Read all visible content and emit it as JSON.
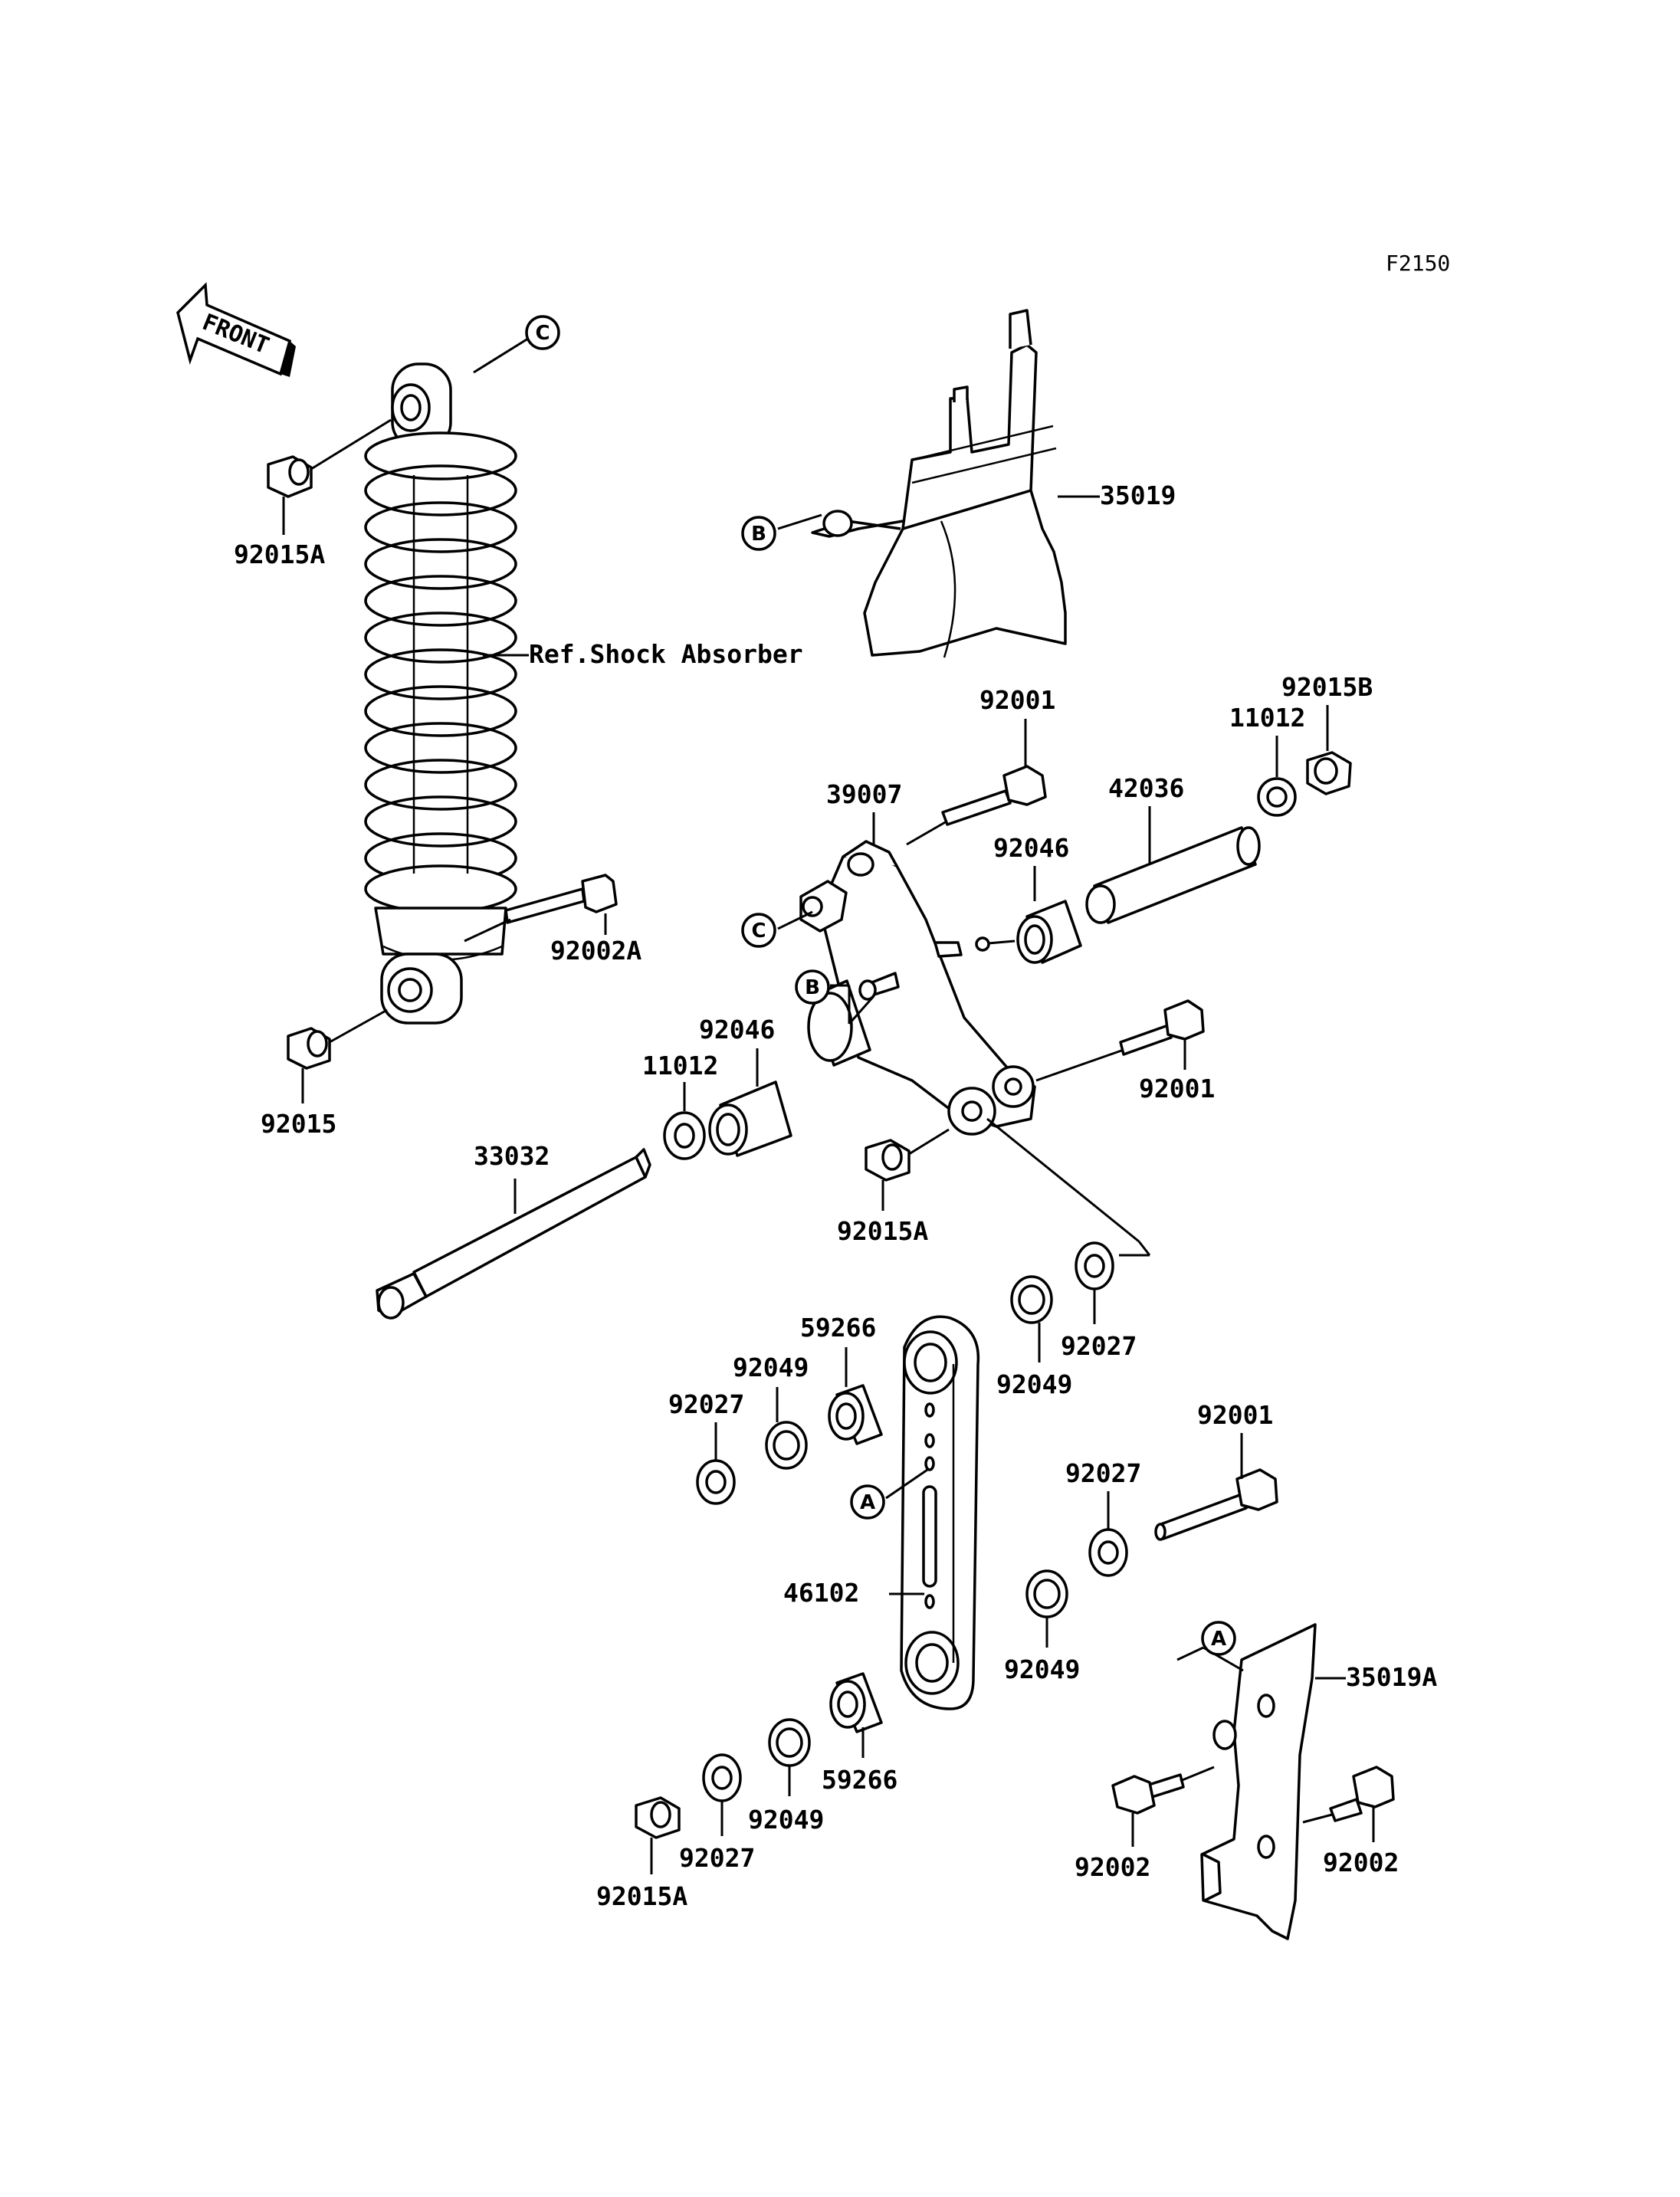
{
  "figure_code": "F2150",
  "front_arrow": {
    "text": "FRONT",
    "icon": "front-arrow-icon"
  },
  "reference_note": "Ref.Shock Absorber",
  "markers": {
    "a": "A",
    "b": "B",
    "c": "C"
  },
  "parts": {
    "p92015A_top": "92015A",
    "p92002A": "92002A",
    "p92015": "92015",
    "p33032": "33032",
    "p11012_left": "11012",
    "p92046_left": "92046",
    "p35019": "35019",
    "p92001_top": "92001",
    "p39007": "39007",
    "p92046_right": "92046",
    "p42036": "42036",
    "p11012_right": "11012",
    "p92015B": "92015B",
    "p92001_mid": "92001",
    "p92015A_mid": "92015A",
    "p92027_upper_right": "92027",
    "p92049_upper_right": "92049",
    "p59266_top": "59266",
    "p92049_upper_left": "92049",
    "p92027_upper_left": "92027",
    "p46102": "46102",
    "p92001_lower": "92001",
    "p92027_lower_right": "92027",
    "p92049_lower_right": "92049",
    "p35019A": "35019A",
    "p59266_bottom": "59266",
    "p92049_bottom": "92049",
    "p92027_bottom": "92027",
    "p92015A_bottom": "92015A",
    "p92002_left": "92002",
    "p92002_right": "92002"
  }
}
